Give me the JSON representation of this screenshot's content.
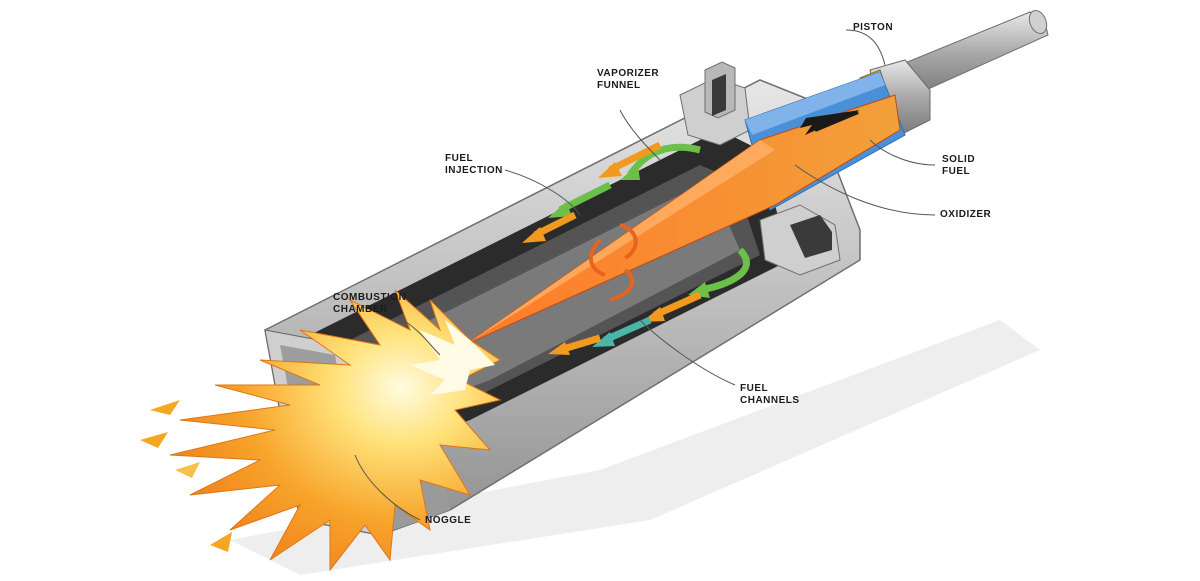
{
  "labels": {
    "piston": [
      "PISTON"
    ],
    "vaporizer_funnel": [
      "VAPORIZER",
      "FUNNEL"
    ],
    "fuel_injection": [
      "FUEL",
      "INJECTION"
    ],
    "solid_fuel": [
      "SOLID",
      "FUEL"
    ],
    "oxidizer": [
      "OXIDIZER"
    ],
    "combustion_chamber": [
      "COMBUSTION",
      "CHAMBER"
    ],
    "fuel_channels": [
      "FUEL",
      "CHANNELS"
    ],
    "noggle": [
      "NOGGLE"
    ]
  },
  "colors": {
    "casing": "#c9c9c9",
    "casing_dark": "#8a8a8a",
    "interior": "#2b2b2b",
    "oxidizer": "#e8641e",
    "solid_fuel": "#4a90d9",
    "piston_rod": "#b0b0b0",
    "flame_outer": "#f5a623",
    "flame_inner": "#fff3a0",
    "arrow_green": "#6cc04a",
    "arrow_orange": "#f29a1e",
    "arrow_teal": "#49b6a8"
  },
  "icons": {
    "piston": "piston-rod-icon",
    "flame": "exhaust-flame-icon",
    "flow": "flow-arrow-icon"
  }
}
